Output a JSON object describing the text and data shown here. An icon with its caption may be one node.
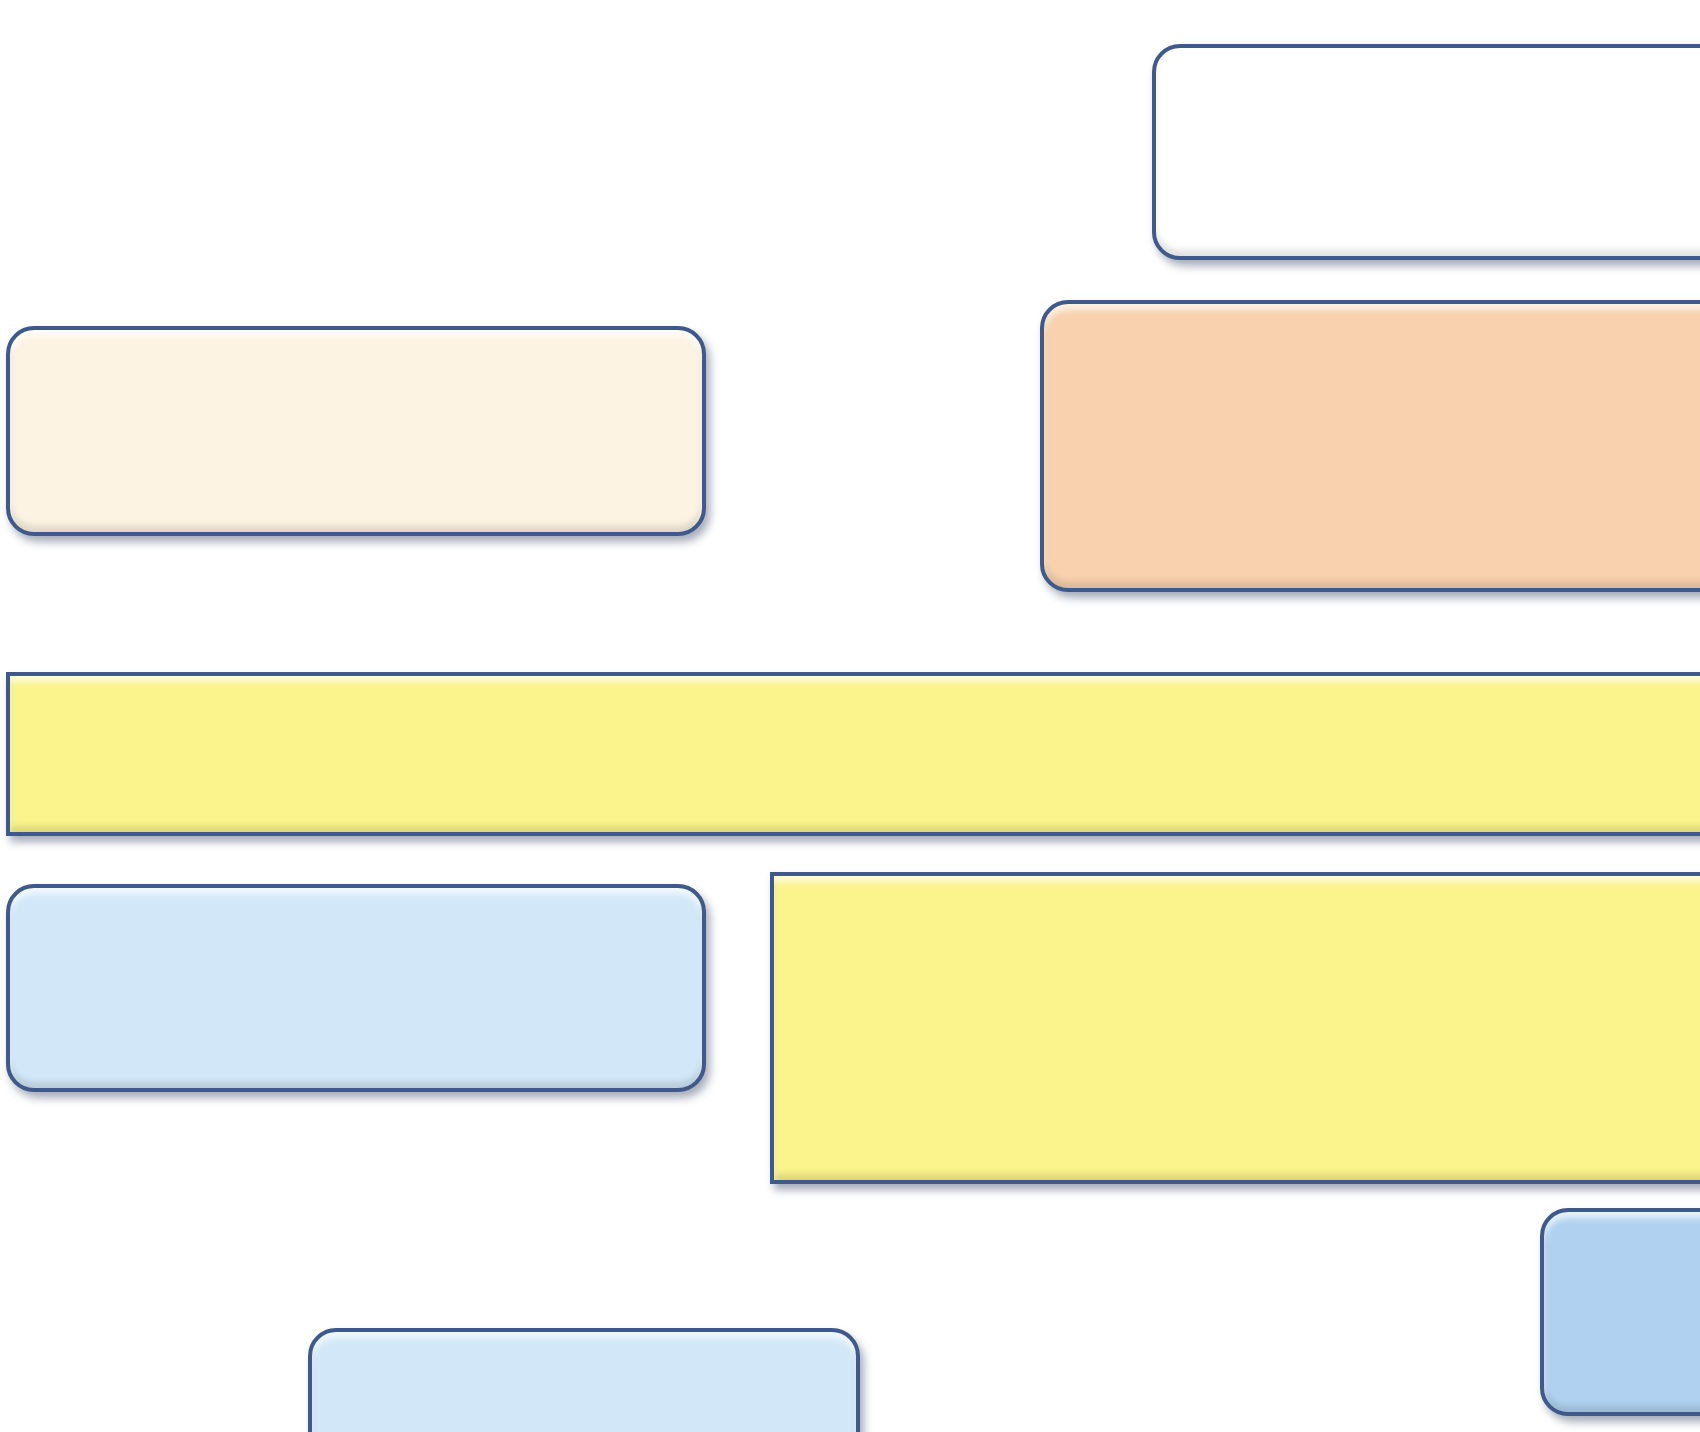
{
  "diagram": {
    "nodes": [
      {
        "text": [],
        "shape": "box"
      },
      {
        "text": [],
        "shape": "box"
      },
      {
        "text": [],
        "shape": "box"
      },
      {
        "text": [],
        "shape": "bar"
      },
      {
        "text": [],
        "shape": "box"
      },
      {
        "text": [],
        "shape": "bar"
      },
      {
        "text": [],
        "shape": "box"
      },
      {
        "text": [],
        "shape": "box"
      }
    ]
  }
}
